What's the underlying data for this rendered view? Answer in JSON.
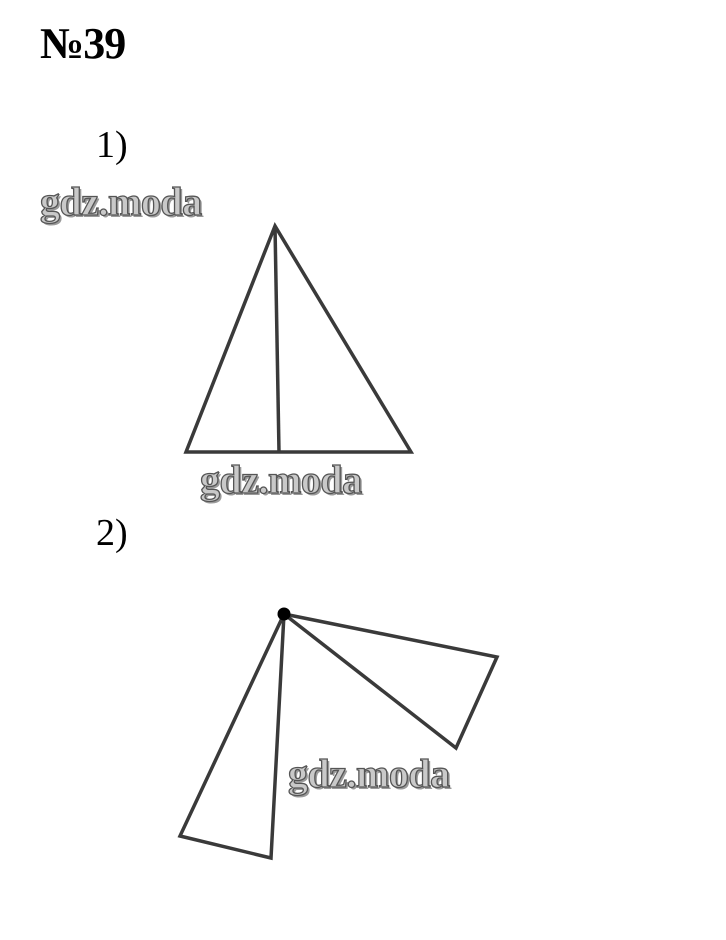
{
  "problem": {
    "number": "№39"
  },
  "parts": [
    {
      "label": "1)"
    },
    {
      "label": "2)"
    }
  ],
  "watermarks": [
    "gdz.moda",
    "gdz.moda",
    "gdz.moda"
  ],
  "colors": {
    "line": "#3a3a3a",
    "point": "#000000",
    "watermark_fill": "#c9c9c9",
    "watermark_outline": "#555555"
  }
}
